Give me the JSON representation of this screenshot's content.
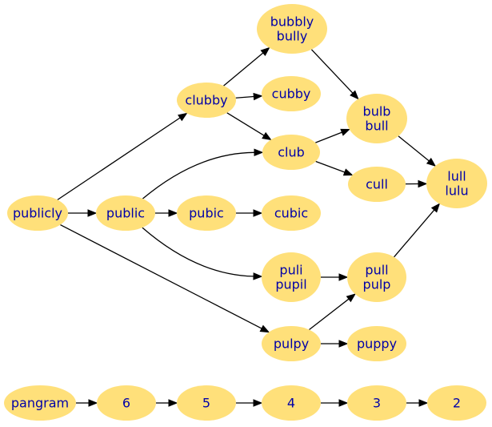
{
  "colors": {
    "node_fill": "#ffe07a",
    "node_text": "#0000a8",
    "edge": "#000000",
    "background": "#ffffff"
  },
  "nodes": {
    "publicly": [
      "publicly"
    ],
    "public": [
      "public"
    ],
    "clubby": [
      "clubby"
    ],
    "bubbly_bully": [
      "bubbly",
      "bully"
    ],
    "cubby": [
      "cubby"
    ],
    "club": [
      "club"
    ],
    "bulb_bull": [
      "bulb",
      "bull"
    ],
    "cull": [
      "cull"
    ],
    "lull_lulu": [
      "lull",
      "lulu"
    ],
    "pubic": [
      "pubic"
    ],
    "cubic": [
      "cubic"
    ],
    "puli_pupil": [
      "puli",
      "pupil"
    ],
    "pull_pulp": [
      "pull",
      "pulp"
    ],
    "pulpy": [
      "pulpy"
    ],
    "puppy": [
      "puppy"
    ],
    "pangram": [
      "pangram"
    ],
    "n6": [
      "6"
    ],
    "n5": [
      "5"
    ],
    "n4": [
      "4"
    ],
    "n3": [
      "3"
    ],
    "n2": [
      "2"
    ]
  },
  "edges": [
    [
      "publicly",
      "public"
    ],
    [
      "publicly",
      "clubby"
    ],
    [
      "publicly",
      "pulpy"
    ],
    [
      "clubby",
      "bubbly_bully"
    ],
    [
      "clubby",
      "cubby"
    ],
    [
      "clubby",
      "club"
    ],
    [
      "bubbly_bully",
      "bulb_bull"
    ],
    [
      "club",
      "bulb_bull"
    ],
    [
      "club",
      "cull"
    ],
    [
      "bulb_bull",
      "lull_lulu"
    ],
    [
      "cull",
      "lull_lulu"
    ],
    [
      "public",
      "club"
    ],
    [
      "public",
      "pubic"
    ],
    [
      "pubic",
      "cubic"
    ],
    [
      "public",
      "puli_pupil"
    ],
    [
      "puli_pupil",
      "pull_pulp"
    ],
    [
      "pull_pulp",
      "lull_lulu"
    ],
    [
      "pulpy",
      "pull_pulp"
    ],
    [
      "pulpy",
      "puppy"
    ],
    [
      "pangram",
      "n6"
    ],
    [
      "n6",
      "n5"
    ],
    [
      "n5",
      "n4"
    ],
    [
      "n4",
      "n3"
    ],
    [
      "n3",
      "n2"
    ]
  ]
}
